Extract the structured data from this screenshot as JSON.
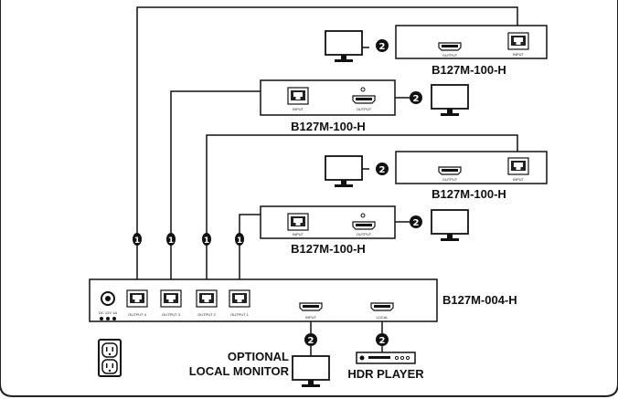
{
  "receivers": [
    {
      "model": "B127M-100-H",
      "input_label": "INPUT",
      "output_label": "OUTPUT",
      "badge": "2"
    },
    {
      "model": "B127M-100-H",
      "input_label": "INPUT",
      "output_label": "OUTPUT",
      "badge": "2"
    },
    {
      "model": "B127M-100-H",
      "input_label": "INPUT",
      "output_label": "OUTPUT",
      "badge": "2"
    },
    {
      "model": "B127M-100-H",
      "input_label": "INPUT",
      "output_label": "OUTPUT",
      "badge": "2"
    }
  ],
  "transmitter": {
    "model": "B127M-004-H",
    "outputs": [
      "OUTPUT 4",
      "OUTPUT 3",
      "OUTPUT 2",
      "OUTPUT 1"
    ],
    "input_label": "INPUT",
    "local_label": "LOCAL",
    "power_label": "DC 12V 1A",
    "cable_badge": "1"
  },
  "peripherals": {
    "monitor_line1": "OPTIONAL",
    "monitor_line2": "LOCAL MONITOR",
    "player": "HDR PLAYER",
    "badge": "2"
  }
}
